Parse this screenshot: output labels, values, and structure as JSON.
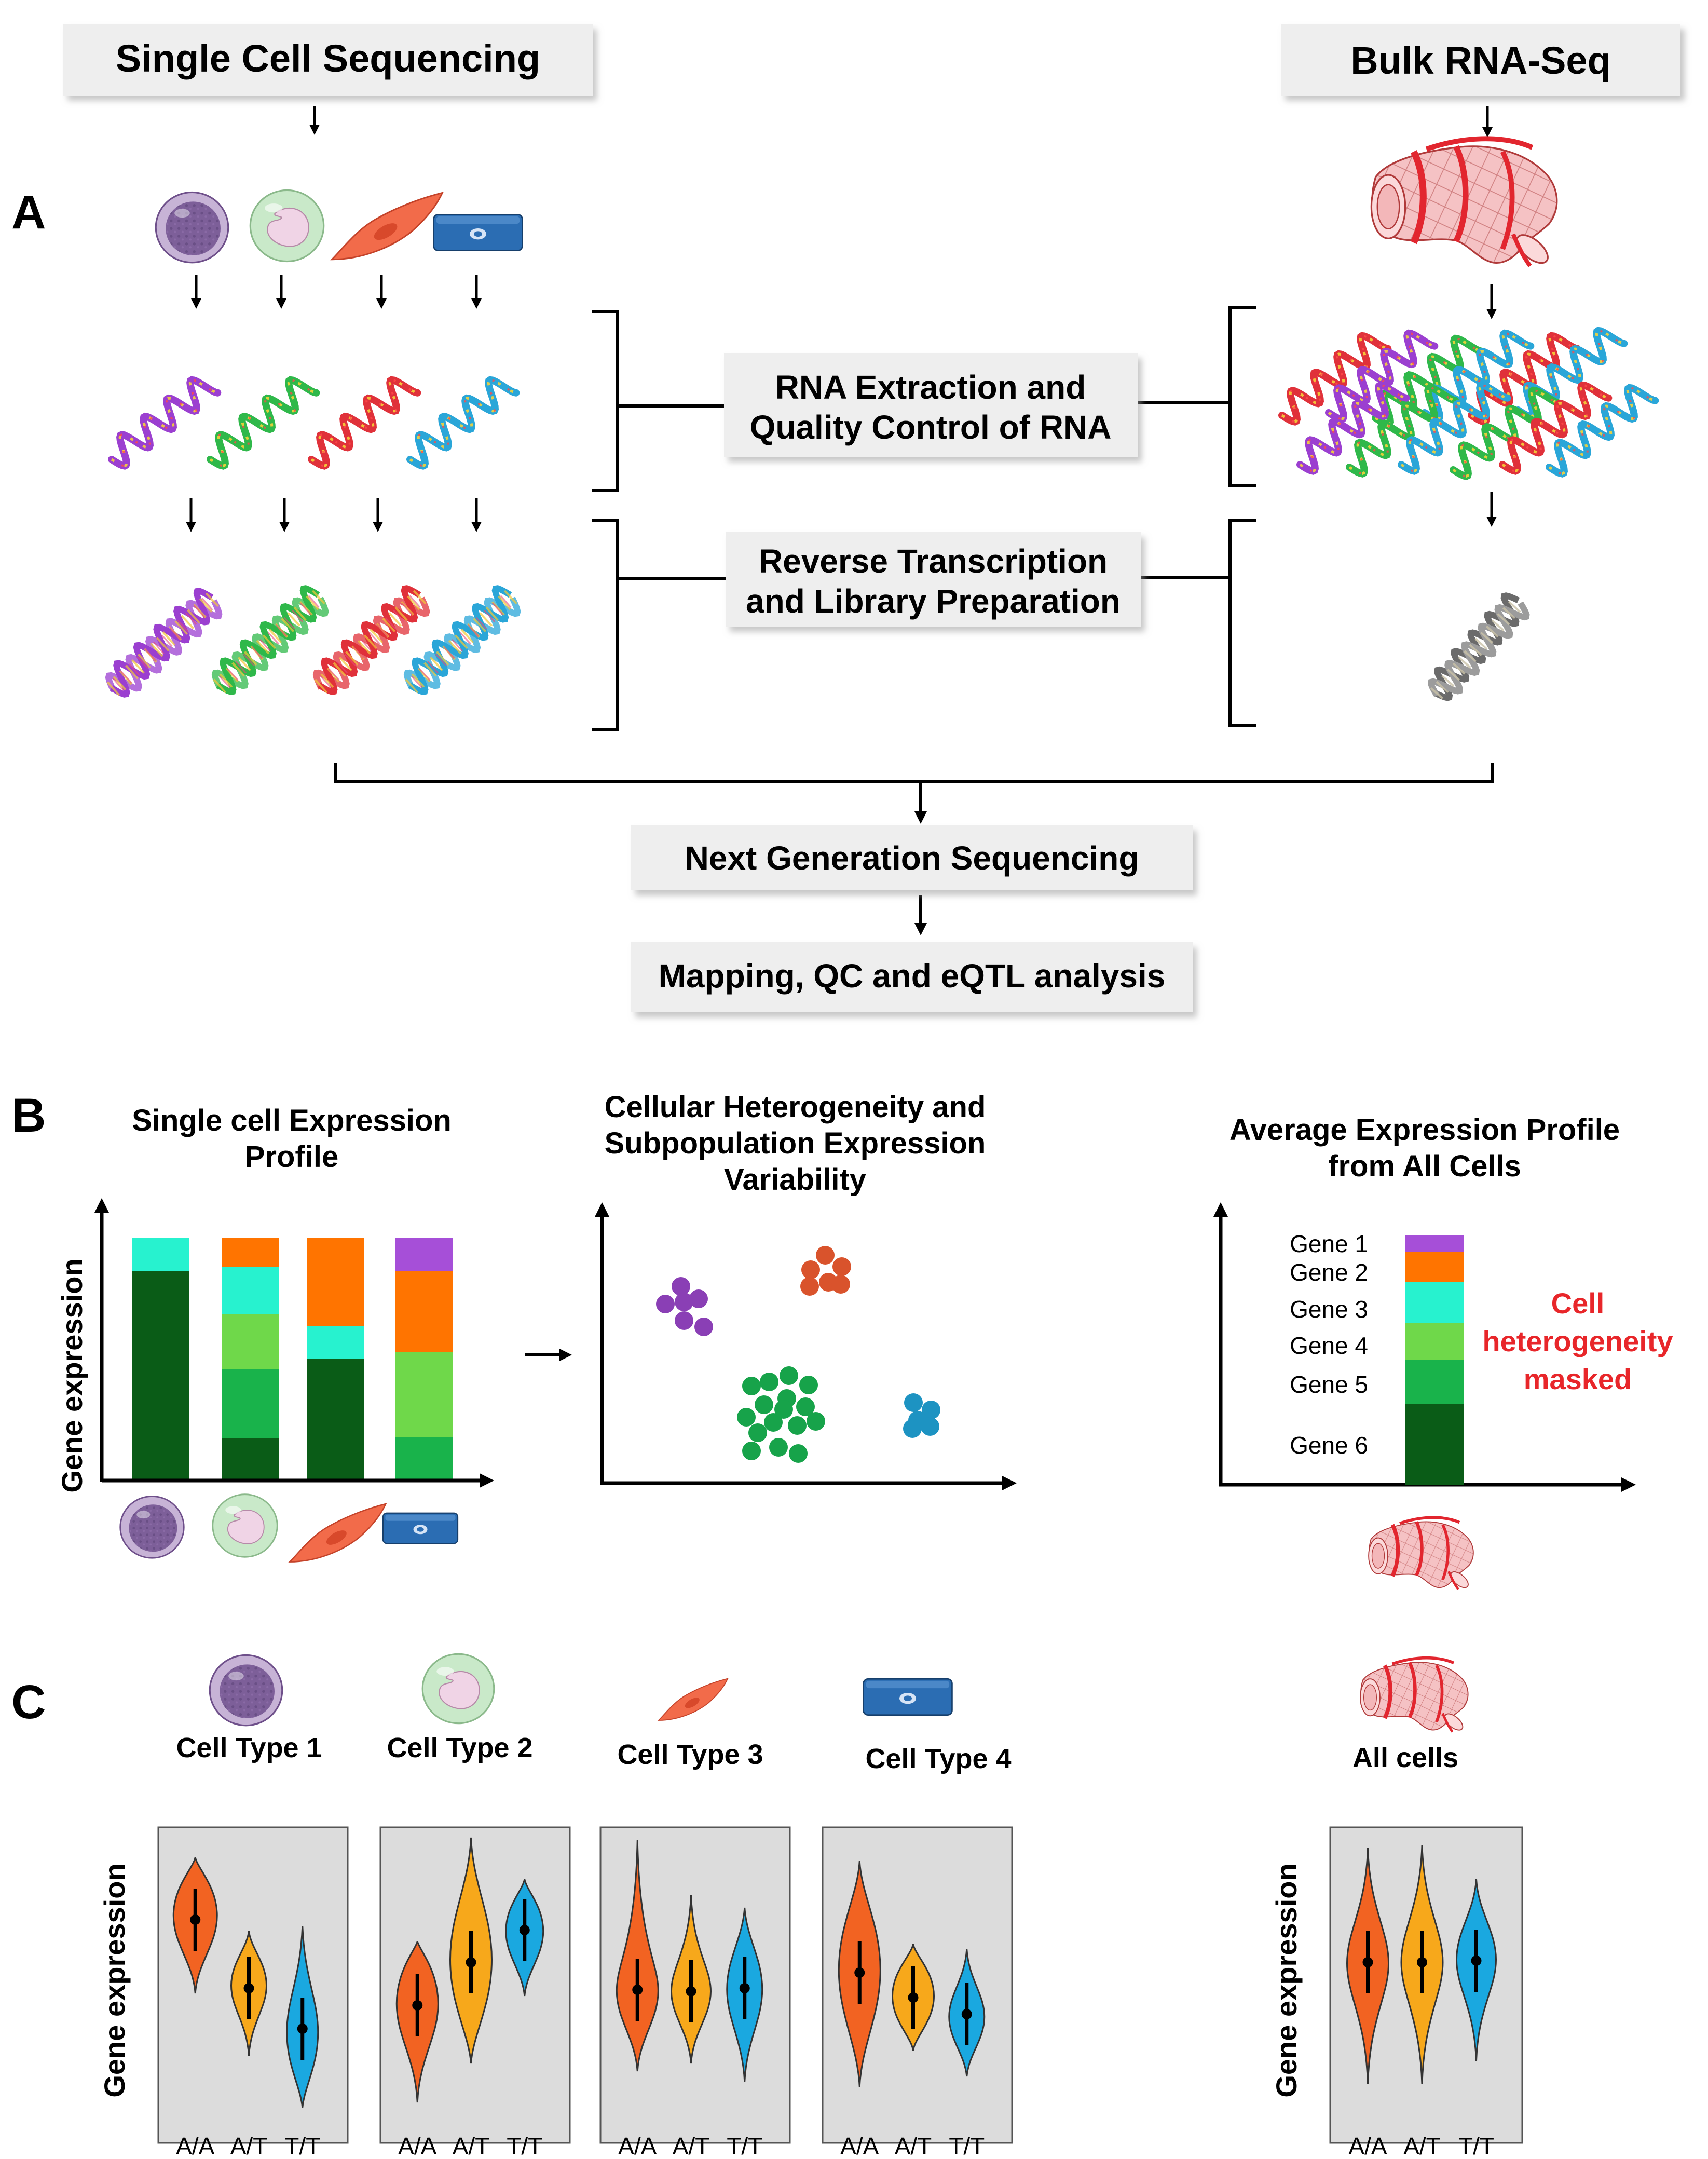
{
  "headers": {
    "single_cell": "Single Cell Sequencing",
    "bulk": "Bulk RNA-Seq"
  },
  "panel_labels": {
    "a": "A",
    "b": "B",
    "c": "C"
  },
  "steps": {
    "rna_extraction": [
      "RNA Extraction and",
      "Quality Control of RNA"
    ],
    "reverse_transcription": [
      "Reverse Transcription",
      "and Library Preparation"
    ],
    "ngs": "Next Generation Sequencing",
    "mapping": "Mapping, QC and eQTL analysis"
  },
  "panel_b": {
    "left_title": [
      "Single cell Expression",
      "Profile"
    ],
    "mid_title": [
      "Cellular Heterogeneity and",
      "Subpopulation Expression",
      "Variability"
    ],
    "right_title": [
      "Average Expression Profile",
      "from All Cells"
    ],
    "y_label": "Gene expression",
    "genes": [
      "Gene 1",
      "Gene 2",
      "Gene 3",
      "Gene 4",
      "Gene 5",
      "Gene 6"
    ],
    "masked_note": [
      "Cell",
      "heterogeneity",
      "masked"
    ]
  },
  "panel_c": {
    "cell_types": [
      "Cell Type 1",
      "Cell Type 2",
      "Cell Type 3",
      "Cell Type 4"
    ],
    "all_cells": "All cells",
    "y_label": "Gene expression",
    "genotypes": [
      "A/A",
      "A/T",
      "T/T"
    ]
  },
  "colors": {
    "purple": "#a64fd8",
    "orange": "#ff7400",
    "cyan": "#27f2cf",
    "light_green": "#6fd84a",
    "mid_green": "#19b34b",
    "dark_green": "#0a5c17",
    "violin_red": "#f26322",
    "violin_yellow": "#f7a81b",
    "violin_blue": "#1aa8e0",
    "masked_text": "#e8262a"
  }
}
